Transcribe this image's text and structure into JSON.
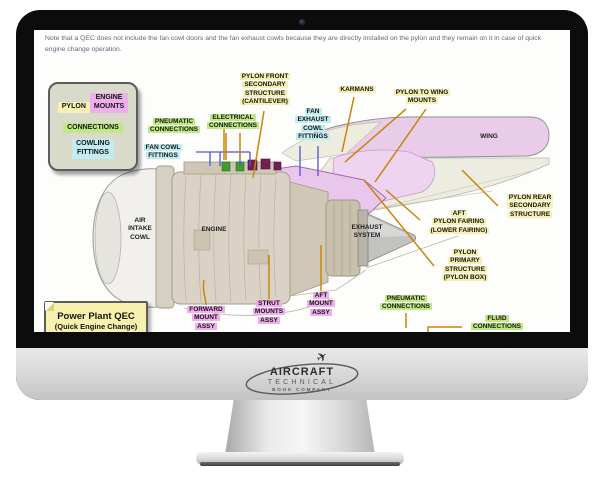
{
  "screen_page": {
    "note": "Note that a QEC does not include the fan cowl doors and the fan exhaust cowls because they are directly installed on the pylon and they remain on it in case of quick engine change operation.",
    "legend": {
      "items": [
        {
          "id": "pylon",
          "label": "PYLON",
          "color": "#f6f1b2"
        },
        {
          "id": "engine-mounts",
          "label": "ENGINE\nMOUNTS",
          "color": "#efaeec"
        },
        {
          "id": "connections",
          "label": "CONNECTIONS",
          "color": "#bfe982"
        },
        {
          "id": "cowling-fittings",
          "label": "COWLING\nFITTINGS",
          "color": "#c1edf2"
        }
      ]
    },
    "labels": [
      {
        "id": "pneumatic-connections-top",
        "text": "PNEUMATIC\nCONNECTIONS",
        "color": "#bfe982"
      },
      {
        "id": "electrical-connections",
        "text": "ELECTRICAL\nCONNECTIONS",
        "color": "#bfe982"
      },
      {
        "id": "fan-cowl-fittings",
        "text": "FAN COWL\nFITTINGS",
        "color": "#c1edf2"
      },
      {
        "id": "pylon-front-secondary-structure",
        "text": "PYLON FRONT\nSECONDARY\nSTRUCTURE\n(CANTILEVER)",
        "color": "#f6f1b2"
      },
      {
        "id": "fan-exhaust-cowl-fittings",
        "text": "FAN\nEXHAUST\nCOWL\nFITTINGS",
        "color": "#c1edf2"
      },
      {
        "id": "karmans",
        "text": "KARMANS",
        "color": "#f6f1b2"
      },
      {
        "id": "pylon-to-wing-mounts",
        "text": "PYLON TO WING\nMOUNTS",
        "color": "#f6f1b2"
      },
      {
        "id": "wing",
        "text": "WING",
        "color": "none"
      },
      {
        "id": "pylon-rear-secondary-structure",
        "text": "PYLON REAR\nSECONDARY\nSTRUCTURE",
        "color": "#f6f1b2"
      },
      {
        "id": "aft-pylon-fairing",
        "text": "AFT\nPYLON FAIRING\n(LOWER FAIRING)",
        "color": "#f6f1b2"
      },
      {
        "id": "pylon-primary-structure",
        "text": "PYLON\nPRIMARY\nSTRUCTURE\n(PYLON BOX)",
        "color": "#f6f1b2"
      },
      {
        "id": "exhaust-system",
        "text": "EXHAUST\nSYSTEM",
        "color": "none"
      },
      {
        "id": "air-intake-cowl",
        "text": "AIR\nINTAKE\nCOWL",
        "color": "none"
      },
      {
        "id": "engine",
        "text": "ENGINE",
        "color": "none"
      },
      {
        "id": "forward-mount-assy",
        "text": "FORWARD\nMOUNT\nASSY",
        "color": "#efaeec"
      },
      {
        "id": "strut-mounts-assy",
        "text": "STRUT\nMOUNTS\nASSY",
        "color": "#efaeec"
      },
      {
        "id": "aft-mount-assy",
        "text": "AFT\nMOUNT\nASSY",
        "color": "#efaeec"
      },
      {
        "id": "pneumatic-connections-bottom",
        "text": "PNEUMATIC\nCONNECTIONS",
        "color": "#bfe982"
      },
      {
        "id": "fluid-connections",
        "text": "FLUID\nCONNECTIONS",
        "color": "#bfe982"
      }
    ],
    "caption": {
      "title": "Power Plant QEC",
      "subtitle": "(Quick Engine Change)"
    }
  },
  "monitor": {
    "brand": {
      "line1": "AIRCRAFT",
      "line2": "TECHNICAL",
      "line3": "BOOK COMPANY",
      "plane_icon": "airplane-icon"
    }
  },
  "colors": {
    "label_yellow": "#f6f1b2",
    "label_green": "#bfe982",
    "label_cyan": "#c1edf2",
    "label_pink": "#efaeec",
    "leader_orange": "#c8860a",
    "leader_blue": "#5252d8",
    "wing_pink": "#e8cce9",
    "pylon_pink": "#e9c6ec",
    "fairing_ivory": "#ecece0",
    "bezel_black": "#0c0c0c",
    "chin_silver": "#d6d6d6"
  }
}
